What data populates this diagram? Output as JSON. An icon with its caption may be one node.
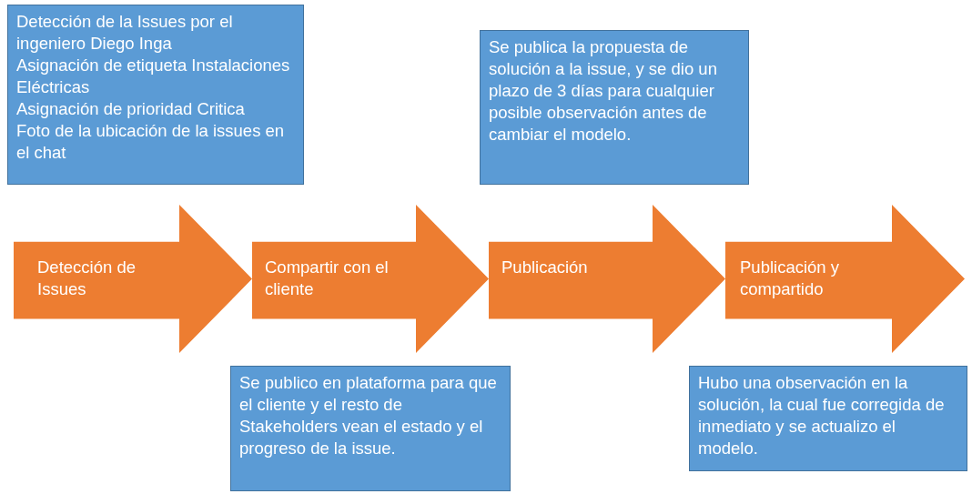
{
  "diagram": {
    "nodes": [
      {
        "text": [
          "Detección de la Issues por el ingeniero Diego Inga",
          "Asignación de etiqueta Instalaciones Eléctricas",
          "Asignación de prioridad Critica",
          "Foto de la ubicación de la issues en el chat"
        ]
      },
      {
        "text": [
          "Se publica la propuesta de solución a la issue, y se dio un plazo de 3 días para cualquier posible observación antes de cambiar el modelo."
        ]
      },
      {
        "text": [
          "Detección de Issues"
        ]
      },
      {
        "text": [
          "Compartir con el cliente"
        ]
      },
      {
        "text": [
          "Publicación"
        ]
      },
      {
        "text": [
          "Publicación y compartido"
        ]
      },
      {
        "text": [
          "Se publico en plataforma para que el cliente y el resto de Stakeholders vean el estado y el progreso de la issue."
        ]
      },
      {
        "text": [
          "Hubo una observación en la solución, la cual fue corregida de inmediato y se actualizo el modelo."
        ]
      }
    ]
  }
}
